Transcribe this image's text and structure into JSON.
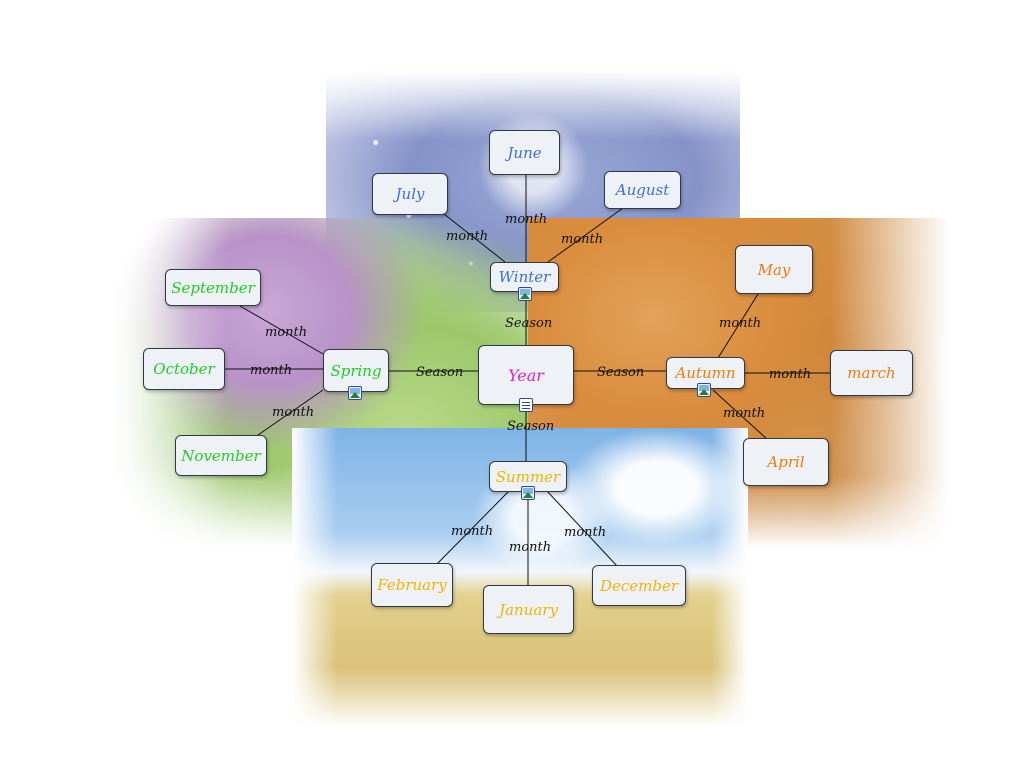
{
  "colors": {
    "winter": "#3f6fd6",
    "spring": "#22cc22",
    "autumn": "#f07a10",
    "summer": "#f0b400",
    "year": "#e020c8",
    "edge": "#111111",
    "node_bg": "#eef2f6"
  },
  "icons": {
    "image": "image-attachment-icon",
    "document": "document-attachment-icon"
  },
  "center": {
    "label": "Year"
  },
  "seasons": [
    {
      "id": "winter",
      "label": "Winter",
      "link": "Season",
      "months": [
        {
          "label": "June",
          "link": "month"
        },
        {
          "label": "July",
          "link": "month"
        },
        {
          "label": "August",
          "link": "month"
        }
      ]
    },
    {
      "id": "spring",
      "label": "Spring",
      "link": "Season",
      "months": [
        {
          "label": "September",
          "link": "month"
        },
        {
          "label": "October",
          "link": "month"
        },
        {
          "label": "November",
          "link": "month"
        }
      ]
    },
    {
      "id": "autumn",
      "label": "Autumn",
      "link": "Season",
      "months": [
        {
          "label": "May",
          "link": "month"
        },
        {
          "label": "march",
          "link": "month"
        },
        {
          "label": "April",
          "link": "month"
        }
      ]
    },
    {
      "id": "summer",
      "label": "Summer",
      "link": "Season",
      "months": [
        {
          "label": "February",
          "link": "month"
        },
        {
          "label": "January",
          "link": "month"
        },
        {
          "label": "December",
          "link": "month"
        }
      ]
    }
  ]
}
